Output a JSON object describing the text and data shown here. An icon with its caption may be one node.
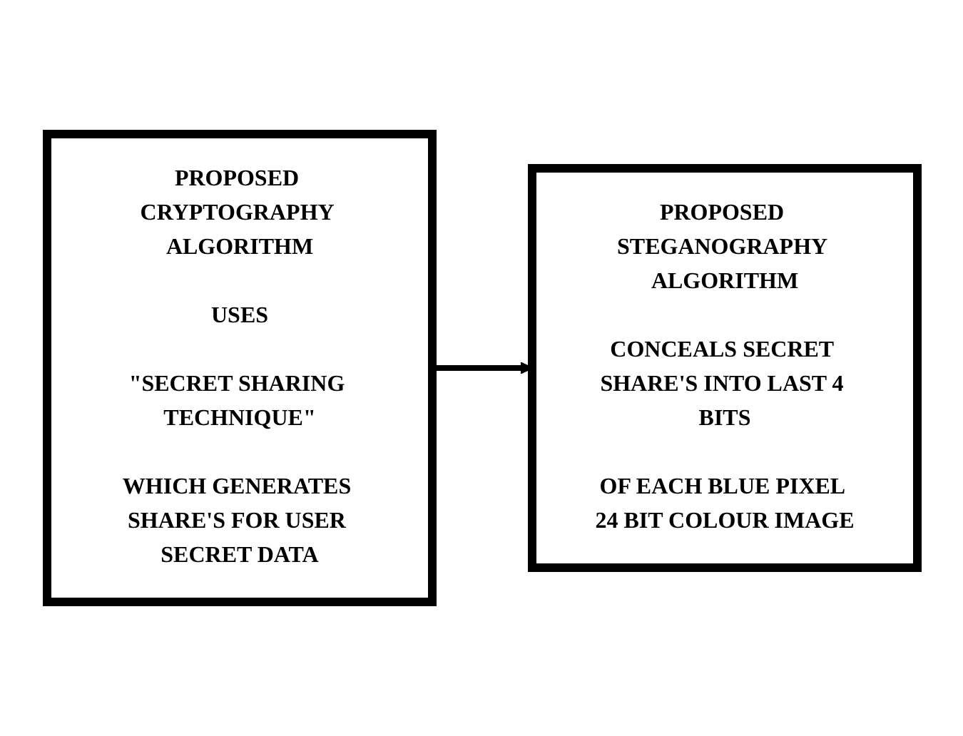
{
  "diagram": {
    "nodes": [
      {
        "text": [
          "PROPOSED CRYPTOGRAPHY ALGORITHM",
          "USES",
          "\"SECRET SHARING TECHNIQUE\"",
          "WHICH GENERATES SHARE'S FOR USER SECRET DATA"
        ]
      },
      {
        "text": [
          "PROPOSED STEGANOGRAPHY ALGORITHM",
          "CONCEALS SECRET SHARE'S INTO LAST 4 BITS",
          "OF EACH BLUE PIXEL 24 BIT COLOUR IMAGE"
        ]
      }
    ],
    "edges": [
      {
        "from": 0,
        "to": 1,
        "arrow": "to"
      }
    ]
  }
}
